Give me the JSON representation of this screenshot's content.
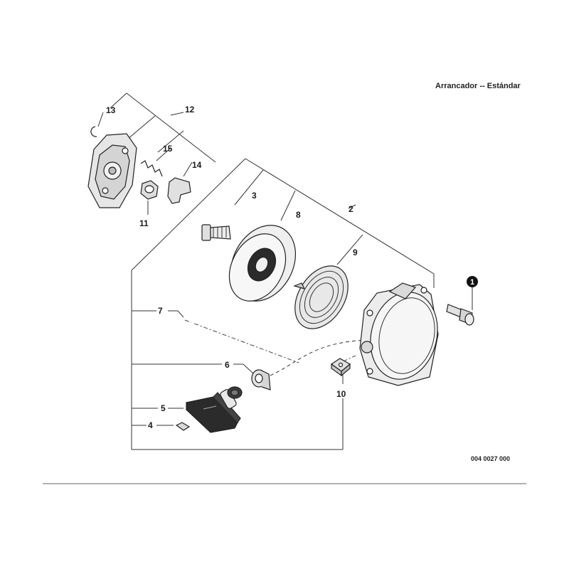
{
  "header": {
    "title": "Arrancador -- Estándar"
  },
  "drawing_code": "004 0027 000",
  "callouts": [
    "1",
    "2",
    "3",
    "4",
    "5",
    "6",
    "7",
    "8",
    "9",
    "10",
    "11",
    "12",
    "13",
    "14",
    "15"
  ],
  "colors": {
    "line": "#333333",
    "part_fill": "#e6e6e6",
    "part_dark": "#2b2b2b",
    "badge": "#111111"
  }
}
